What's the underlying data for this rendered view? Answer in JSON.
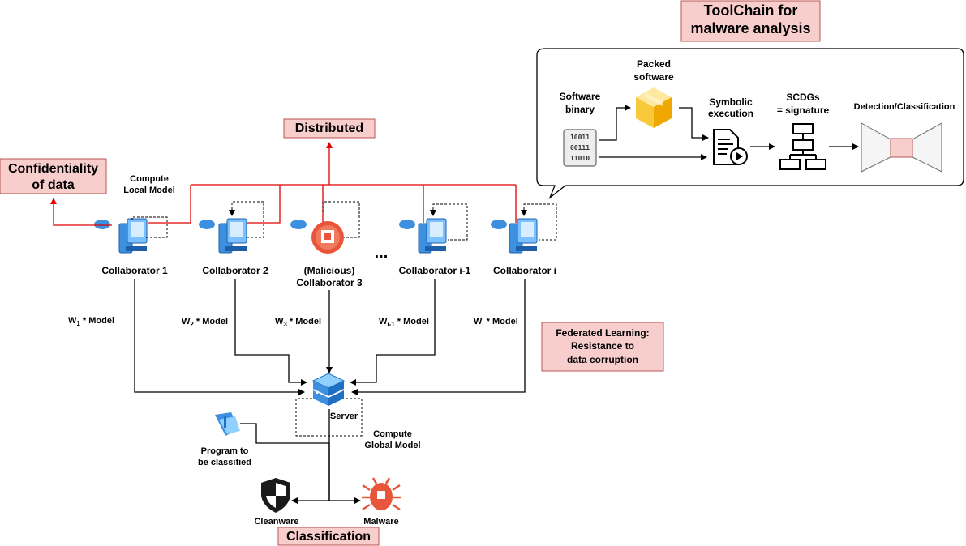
{
  "toolchain": {
    "title_line1": "ToolChain for",
    "title_line2": "malware analysis",
    "software_binary_1": "Software",
    "software_binary_2": "binary",
    "binary_lines": [
      "10011",
      "00111",
      "11010"
    ],
    "packed_1": "Packed",
    "packed_2": "software",
    "symbolic_1": "Symbolic",
    "symbolic_2": "execution",
    "scdgs_1": "SCDGs",
    "scdgs_2": "= signature",
    "detection": "Detection/Classification"
  },
  "properties": {
    "distributed": "Distributed",
    "confidentiality_1": "Confidentiality",
    "confidentiality_2": "of data",
    "federated_1": "Federated Learning:",
    "federated_2": "Resistance to",
    "federated_3": "data corruption",
    "classification": "Classification"
  },
  "compute_local_1": "Compute",
  "compute_local_2": "Local Model",
  "collaborators": [
    {
      "name": "Collaborator 1",
      "weight": "W",
      "sub": "1",
      "suffix": " * Model"
    },
    {
      "name": "Collaborator 2",
      "weight": "W",
      "sub": "2",
      "suffix": " * Model"
    },
    {
      "name_1": "(Malicious)",
      "name_2": "Collaborator 3",
      "weight": "W",
      "sub": "3",
      "suffix": " * Model"
    },
    {
      "name": "Collaborator i-1",
      "weight": "W",
      "sub": "i-1",
      "suffix": " * Model"
    },
    {
      "name": "Collaborator i",
      "weight": "W",
      "sub": "i",
      "suffix": " * Model"
    }
  ],
  "ellipsis": "...",
  "server": "Server",
  "compute_global_1": "Compute",
  "compute_global_2": "Global Model",
  "program_1": "Program to",
  "program_2": "be classified",
  "cleanware": "Cleanware",
  "malware": "Malware",
  "colors": {
    "red_line": "#e00000",
    "red_fill": "#f8cecc",
    "red_stroke": "#b85450",
    "computer_blue": "#3d8fe0",
    "malicious_red": "#e8553b"
  }
}
